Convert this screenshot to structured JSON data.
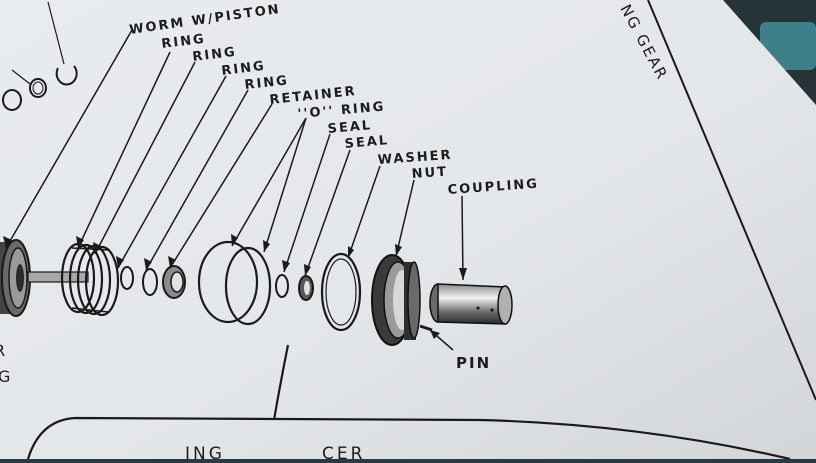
{
  "diagram": {
    "side_title": "NG GEAR",
    "left_letters": [
      "R",
      "G"
    ],
    "bottom_labels": [
      "ING",
      "CER"
    ],
    "callouts": [
      {
        "id": "worm-piston",
        "label": "WORM W/PISTON"
      },
      {
        "id": "ring-1",
        "label": "RING"
      },
      {
        "id": "ring-2",
        "label": "RING"
      },
      {
        "id": "ring-3",
        "label": "RING"
      },
      {
        "id": "ring-4",
        "label": "RING"
      },
      {
        "id": "retainer",
        "label": "RETAINER"
      },
      {
        "id": "o-ring",
        "label": "''O'' RING"
      },
      {
        "id": "seal-1",
        "label": "SEAL"
      },
      {
        "id": "seal-2",
        "label": "SEAL"
      },
      {
        "id": "washer",
        "label": "WASHER"
      },
      {
        "id": "nut",
        "label": "NUT"
      },
      {
        "id": "coupling",
        "label": "COUPLING"
      },
      {
        "id": "pin",
        "label": "PIN"
      }
    ]
  }
}
